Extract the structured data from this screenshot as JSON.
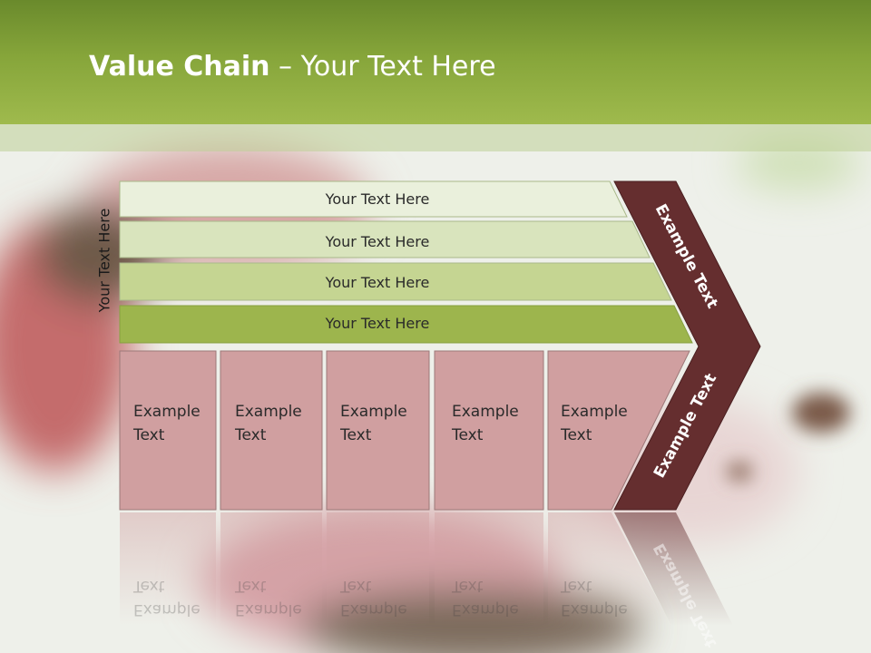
{
  "slide": {
    "title_bold": "Value Chain",
    "title_rest": " – Your Text Here",
    "side_label": "Your Text Here"
  },
  "rows": [
    {
      "label": "Your Text Here",
      "fill": "#eaf0dc"
    },
    {
      "label": "Your Text Here",
      "fill": "#d9e4bd"
    },
    {
      "label": "Your Text Here",
      "fill": "#c5d592"
    },
    {
      "label": "Your Text Here",
      "fill": "#9db54d"
    }
  ],
  "boxes": [
    {
      "line1": "Example",
      "line2": "Text"
    },
    {
      "line1": "Example",
      "line2": "Text"
    },
    {
      "line1": "Example",
      "line2": "Text"
    },
    {
      "line1": "Example",
      "line2": "Text"
    },
    {
      "line1": "Example",
      "line2": "Text"
    }
  ],
  "chevron": {
    "upper_label": "Example Text",
    "lower_label": "Example Text",
    "color": "#652e2f"
  },
  "colors": {
    "header": "#86a53a",
    "box_fill": "#d09fa0",
    "box_stroke": "#9c7878"
  }
}
